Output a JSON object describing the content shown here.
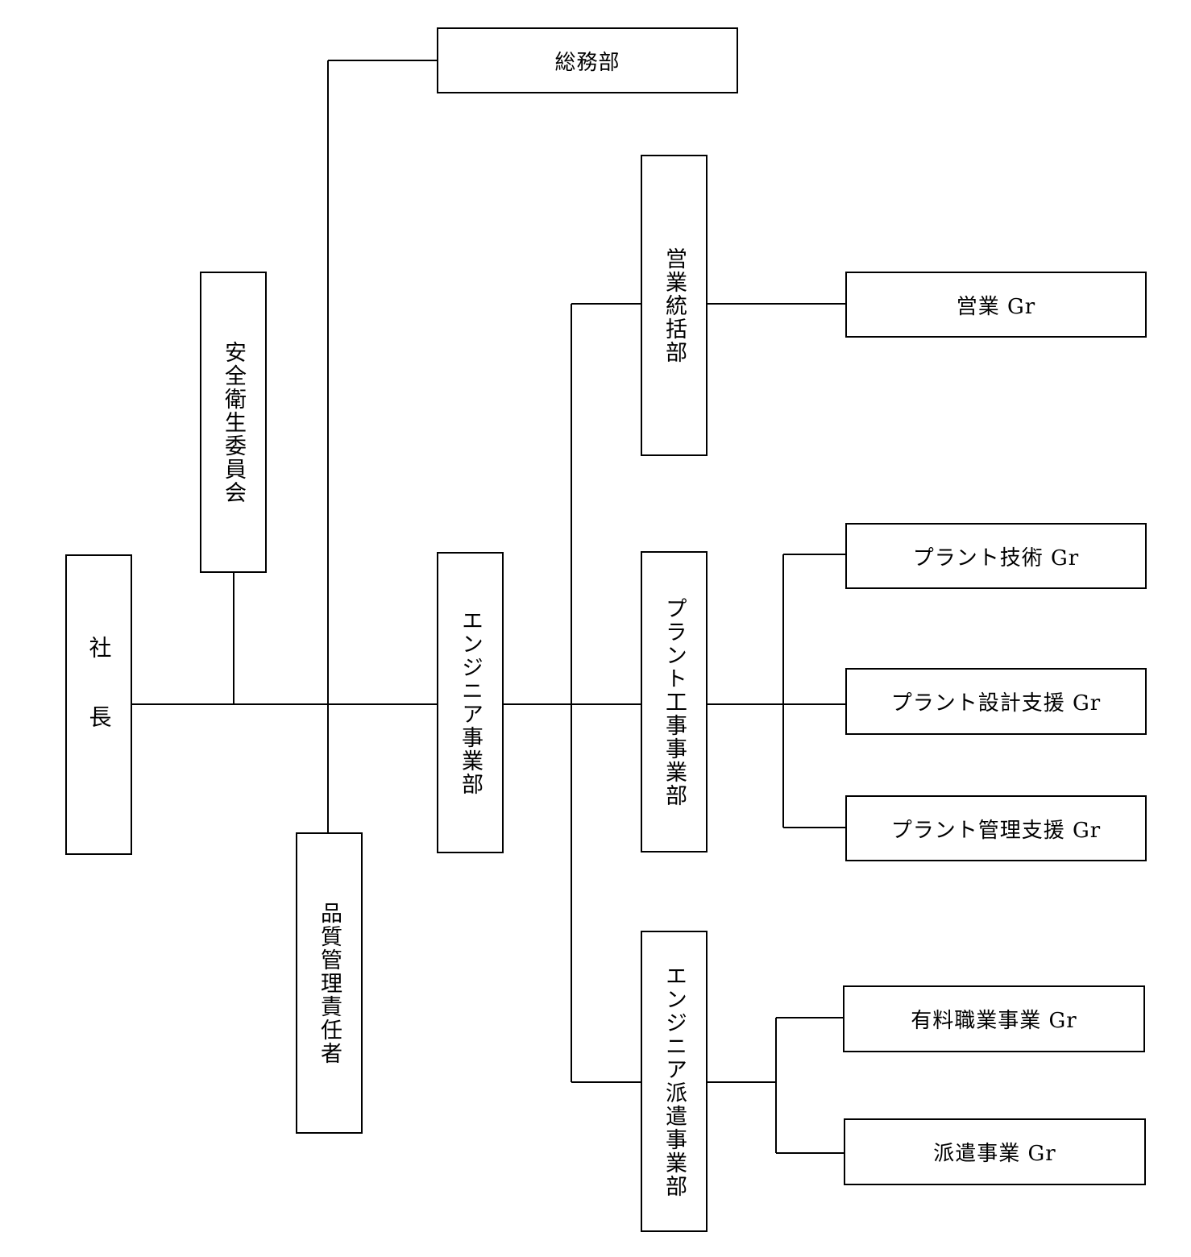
{
  "nodes": {
    "president": "社長",
    "general_affairs": "総務部",
    "safety_committee": "安全衛生委員会",
    "quality_manager": "品質管理責任者",
    "engineering_division": "エンジニア事業部",
    "sales_division": "営業統括部",
    "plant_division": "プラント工事事業部",
    "dispatch_division": "エンジニア派遣事業部",
    "sales_gr": "営業 Gr",
    "plant_tech_gr": "プラント技術 Gr",
    "plant_design_gr": "プラント設計支援 Gr",
    "plant_mgmt_gr": "プラント管理支援 Gr",
    "paid_placement_gr": "有料職業事業 Gr",
    "dispatch_gr": "派遣事業 Gr"
  }
}
